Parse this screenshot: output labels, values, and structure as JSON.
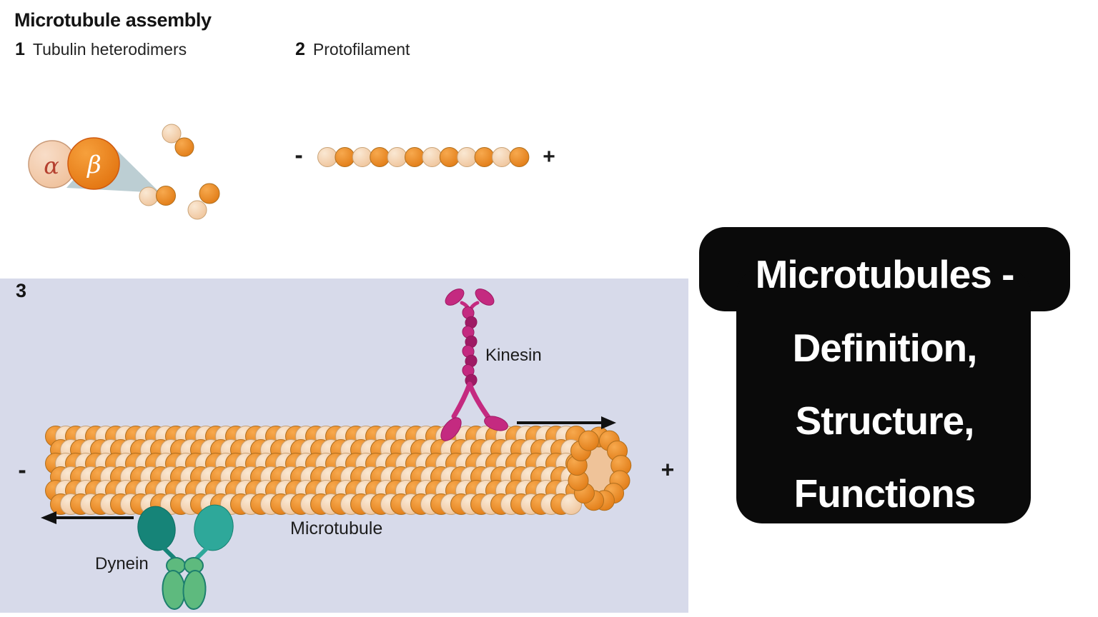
{
  "assembly": {
    "title": "Microtubule assembly",
    "steps": [
      {
        "number": "1",
        "label": "Tubulin heterodimers"
      },
      {
        "number": "2",
        "label": "Protofilament"
      },
      {
        "number": "3",
        "label": ""
      }
    ],
    "alpha_label": "α",
    "beta_label": "β",
    "protofilament_minus": "-",
    "protofilament_plus": "+",
    "panel_minus": "-",
    "panel_plus": "+",
    "kinesin_label": "Kinesin",
    "dynein_label": "Dynein",
    "microtubule_label": "Microtubule"
  },
  "title_card": {
    "lines": [
      "Microtubules -",
      "Definition,",
      "Structure,",
      "Functions"
    ],
    "bg": "#0a0a0a",
    "fg": "#ffffff"
  },
  "colors": {
    "panel_bg": "#d7daea",
    "orange_light": "#f7a94e",
    "orange_dark": "#e07a14",
    "orange_stroke": "#b06f1e",
    "peach_light": "#fae8d3",
    "peach_dark": "#efc399",
    "peach_stroke": "#c9a377",
    "alpha_light": "#f8ddc8",
    "alpha_dark": "#efc09a",
    "beta_light": "#f6a03c",
    "beta_dark": "#e2730f",
    "cone": "#b8cbd1",
    "kinesin": "#c42a80",
    "kinesin_dark": "#9e1a64",
    "dynein_dark": "#168478",
    "dynein_light": "#2ea89a",
    "dynein_feet": "#5eba7e",
    "dynein_stroke": "#1d7f6e",
    "arrow": "#111111",
    "alpha_text": "#b5402f"
  }
}
